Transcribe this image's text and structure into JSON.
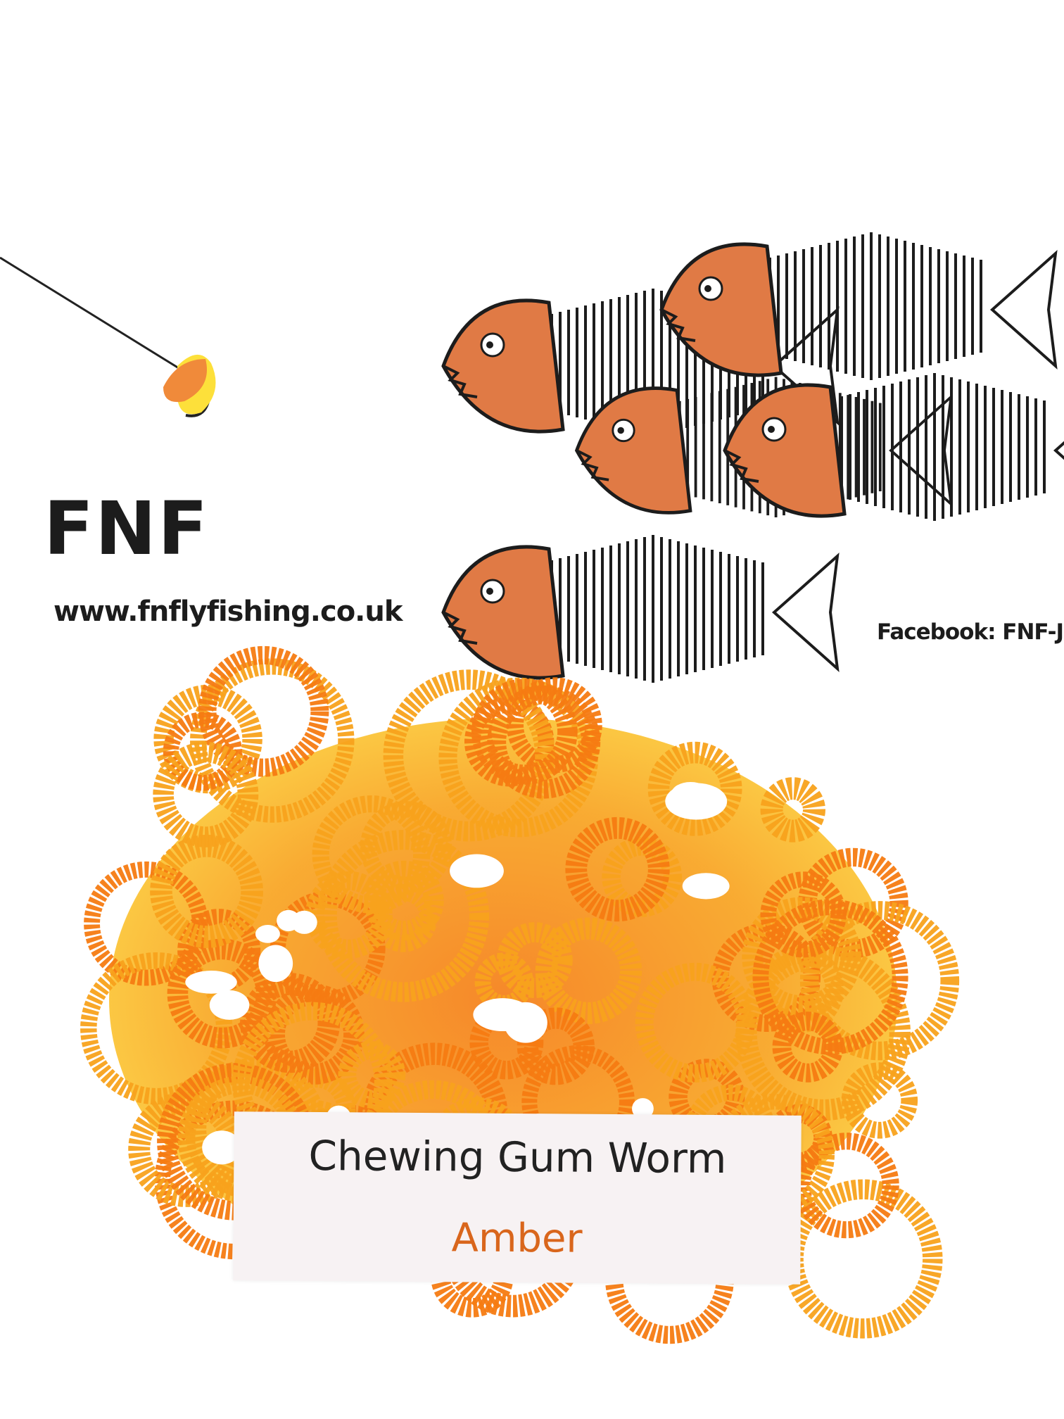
{
  "card": {
    "brand": "FNF",
    "website": "www.fnflyfishing.co.uk",
    "facebook": "Facebook: FNF-Jell"
  },
  "product_label": {
    "name": "Chewing Gum Worm",
    "color": "Amber"
  },
  "colors": {
    "fish_orange": "#e07a45",
    "worm_orange": "#f7a21a",
    "worm_deep": "#f57b12",
    "label_accent": "#d9661c"
  }
}
